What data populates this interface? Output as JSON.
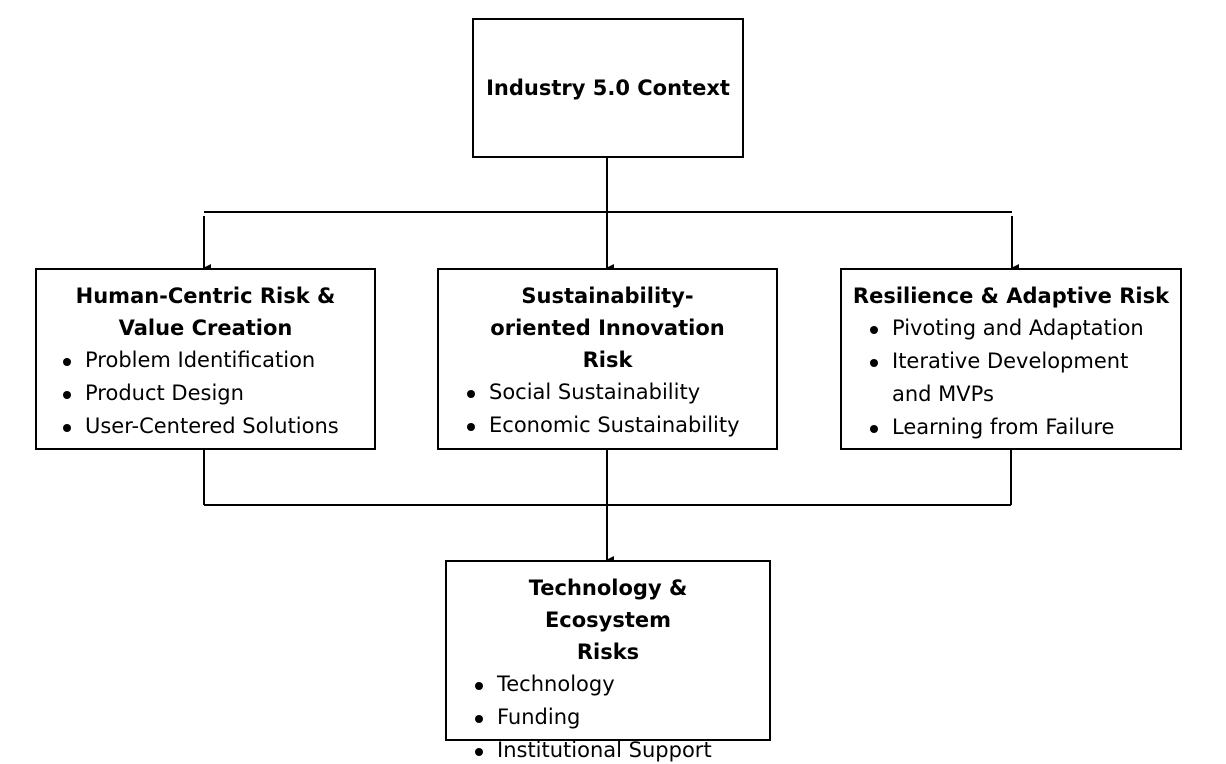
{
  "top": {
    "title": "Industry 5.0 Context"
  },
  "left": {
    "title": "Human-Centric Risk & Value Creation",
    "items": [
      "Problem Identification",
      "Product Design",
      "User-Centered Solutions"
    ]
  },
  "middle": {
    "title": "Sustainability-oriented Innovation Risk",
    "items": [
      "Social Sustainability",
      "Economic Sustainability"
    ]
  },
  "right": {
    "title": "Resilience & Adaptive Risk",
    "items": [
      "Pivoting and Adaptation",
      "Iterative Development and MVPs",
      "Learning from Failure"
    ]
  },
  "bottom": {
    "title": "Technology & Ecosystem Risks",
    "items": [
      "Technology",
      "Funding",
      "Institutional Support"
    ]
  }
}
